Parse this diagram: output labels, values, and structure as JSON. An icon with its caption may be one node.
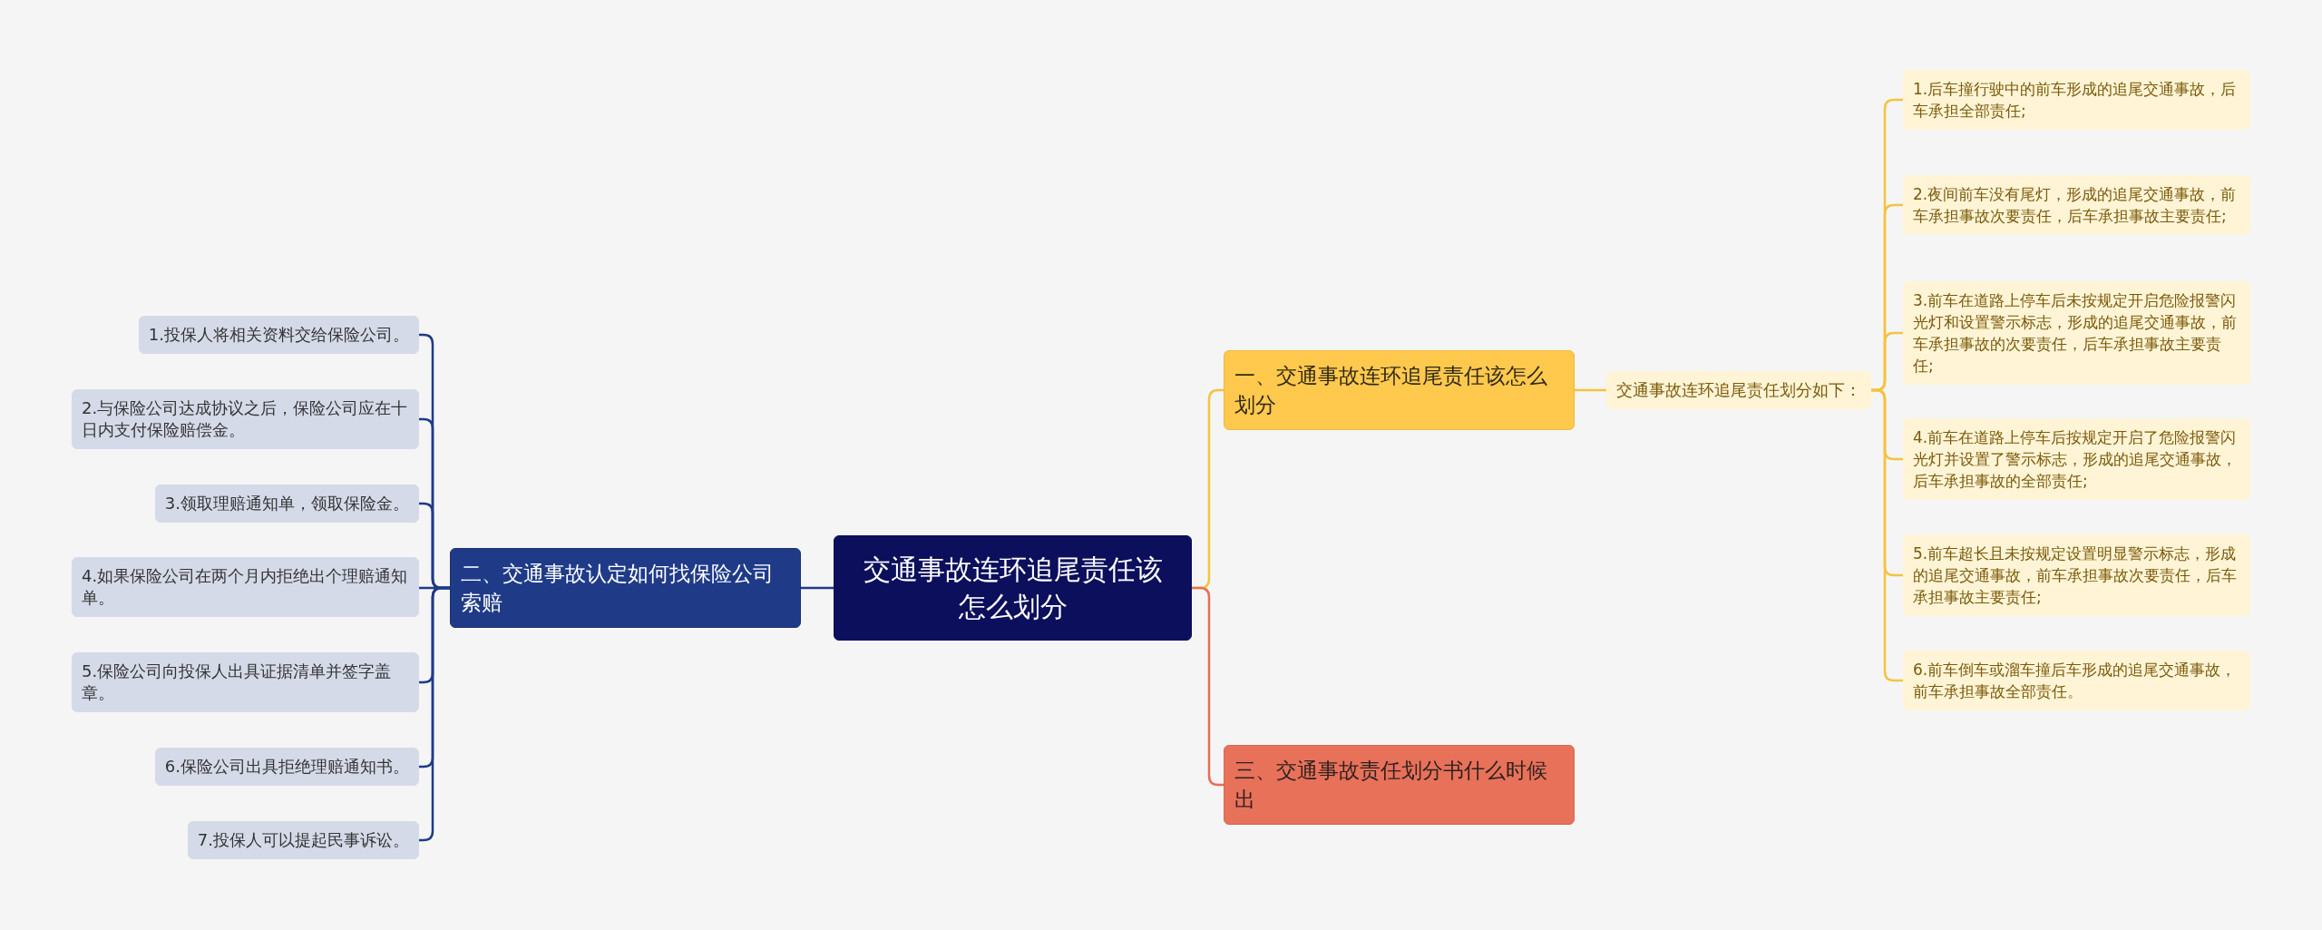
{
  "diagram": {
    "nodes": [
      {
        "text": [
          "交通事故连环追尾责任该怎么划分"
        ]
      },
      {
        "text": [
          "一、交通事故连环追尾责任该怎么划分"
        ]
      },
      {
        "text": [
          "交通事故连环追尾责任划分如下："
        ]
      },
      {
        "text": [
          "1.后车撞行驶中的前车形成的追尾交通事故，后车承担全部责任;"
        ]
      },
      {
        "text": [
          "2.夜间前车没有尾灯，形成的追尾交通事故，前车承担事故次要责任，后车承担事故主要责任;"
        ]
      },
      {
        "text": [
          "3.前车在道路上停车后未按规定开启危险报警闪光灯和设置警示标志，形成的追尾交通事故，前车承担事故的次要责任，后车承担事故主要责任;"
        ]
      },
      {
        "text": [
          "4.前车在道路上停车后按规定开启了危险报警闪光灯并设置了警示标志，形成的追尾交通事故，后车承担事故的全部责任;"
        ]
      },
      {
        "text": [
          "5.前车超长且未按规定设置明显警示标志，形成的追尾交通事故，前车承担事故次要责任，后车承担事故主要责任;"
        ]
      },
      {
        "text": [
          "6.前车倒车或溜车撞后车形成的追尾交通事故，前车承担事故全部责任。"
        ]
      },
      {
        "text": [
          "二、交通事故认定如何找保险公司索赔"
        ]
      },
      {
        "text": [
          "1.投保人将相关资料交给保险公司。"
        ]
      },
      {
        "text": [
          "2.与保险公司达成协议之后，保险公司应在十日内支付保险赔偿金。"
        ]
      },
      {
        "text": [
          "3.领取理赔通知单，领取保险金。"
        ]
      },
      {
        "text": [
          "4.如果保险公司在两个月内拒绝出个理赔通知单。"
        ]
      },
      {
        "text": [
          "5.保险公司向投保人出具证据清单并签字盖章。"
        ]
      },
      {
        "text": [
          "6.保险公司出具拒绝理赔通知书。"
        ]
      },
      {
        "text": [
          "7.投保人可以提起民事诉讼。"
        ]
      },
      {
        "text": [
          "三、交通事故责任划分书什么时候出"
        ]
      }
    ],
    "edges": [
      {
        "from": 0,
        "to": 1,
        "arrow": "none",
        "color": "#f5c342"
      },
      {
        "from": 1,
        "to": 2,
        "arrow": "none",
        "color": "#f5c342"
      },
      {
        "from": 2,
        "to": 3,
        "arrow": "none",
        "color": "#f5c342"
      },
      {
        "from": 2,
        "to": 4,
        "arrow": "none",
        "color": "#f5c342"
      },
      {
        "from": 2,
        "to": 5,
        "arrow": "none",
        "color": "#f5c342"
      },
      {
        "from": 2,
        "to": 6,
        "arrow": "none",
        "color": "#f5c342"
      },
      {
        "from": 2,
        "to": 7,
        "arrow": "none",
        "color": "#f5c342"
      },
      {
        "from": 2,
        "to": 8,
        "arrow": "none",
        "color": "#f5c342"
      },
      {
        "from": 0,
        "to": 9,
        "arrow": "none",
        "color": "#1f3b88"
      },
      {
        "from": 9,
        "to": 10,
        "arrow": "none",
        "color": "#1f3b88"
      },
      {
        "from": 9,
        "to": 11,
        "arrow": "none",
        "color": "#1f3b88"
      },
      {
        "from": 9,
        "to": 12,
        "arrow": "none",
        "color": "#1f3b88"
      },
      {
        "from": 9,
        "to": 13,
        "arrow": "none",
        "color": "#1f3b88"
      },
      {
        "from": 9,
        "to": 14,
        "arrow": "none",
        "color": "#1f3b88"
      },
      {
        "from": 9,
        "to": 15,
        "arrow": "none",
        "color": "#1f3b88"
      },
      {
        "from": 9,
        "to": 16,
        "arrow": "none",
        "color": "#1f3b88"
      },
      {
        "from": 0,
        "to": 17,
        "arrow": "none",
        "color": "#e66f55"
      }
    ]
  }
}
